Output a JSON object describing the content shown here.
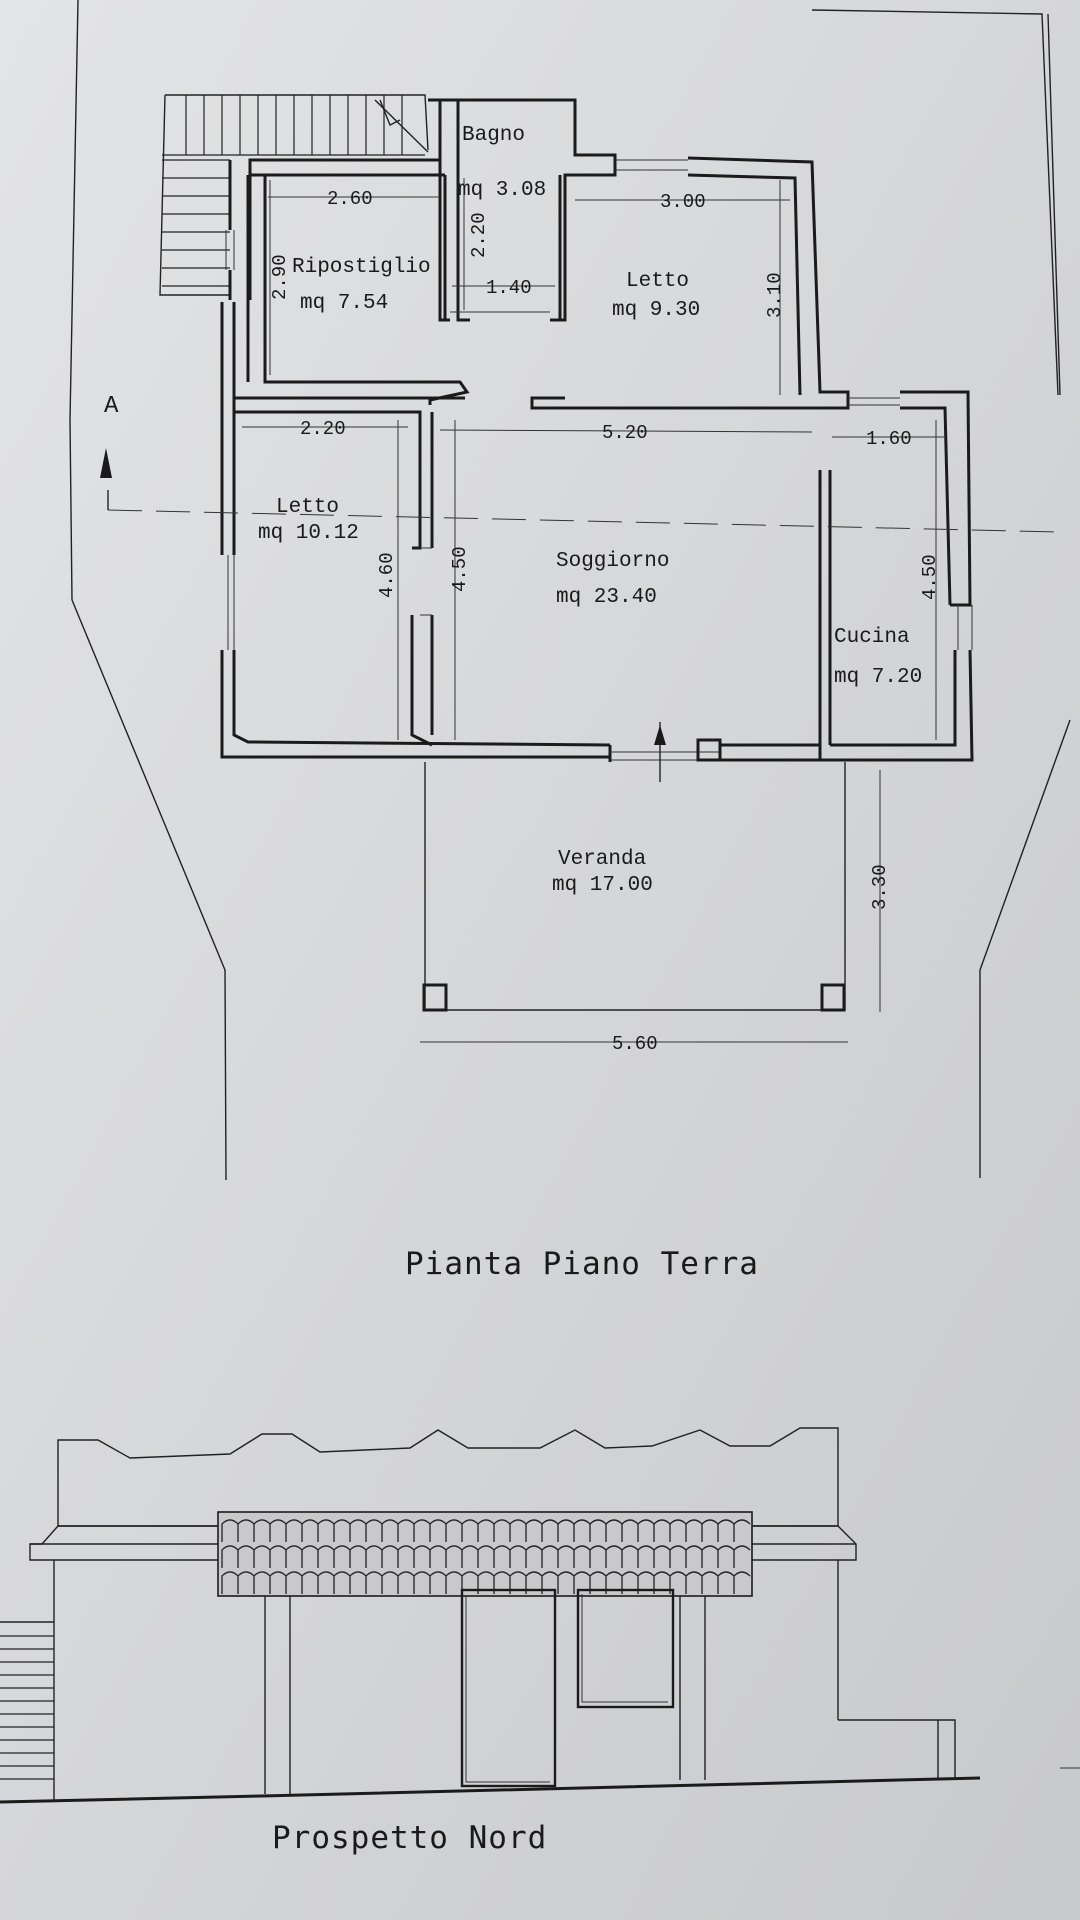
{
  "drawing": {
    "plan_title": "Pianta Piano Terra",
    "elevation_title": "Prospetto Nord",
    "section_marker": "A"
  },
  "rooms": [
    {
      "id": "bagno",
      "name": "Bagno",
      "area": "mq 3.08"
    },
    {
      "id": "ripostiglio",
      "name": "Ripostiglio",
      "area": "mq 7.54"
    },
    {
      "id": "letto-ne",
      "name": "Letto",
      "area": "mq 9.30"
    },
    {
      "id": "letto-w",
      "name": "Letto",
      "area": "mq 10.12"
    },
    {
      "id": "soggiorno",
      "name": "Soggiorno",
      "area": "mq 23.40"
    },
    {
      "id": "cucina",
      "name": "Cucina",
      "area": "mq 7.20"
    },
    {
      "id": "veranda",
      "name": "Veranda",
      "area": "mq 17.00"
    }
  ],
  "dimensions": {
    "ripostiglio_width": "2.60",
    "ripostiglio_height": "2.90",
    "bagno_height": "2.20",
    "bagno_width": "1.40",
    "letto_ne_width": "3.00",
    "letto_ne_height": "3.10",
    "letto_w_width": "2.20",
    "letto_w_height": "4.60",
    "soggiorno_width": "5.20",
    "soggiorno_height": "4.50",
    "cucina_width": "1.60",
    "cucina_height": "4.50",
    "veranda_depth": "3.30",
    "veranda_width": "5.60"
  },
  "colors": {
    "paper": "#d6d7d9",
    "ink": "#1b1b1b"
  }
}
